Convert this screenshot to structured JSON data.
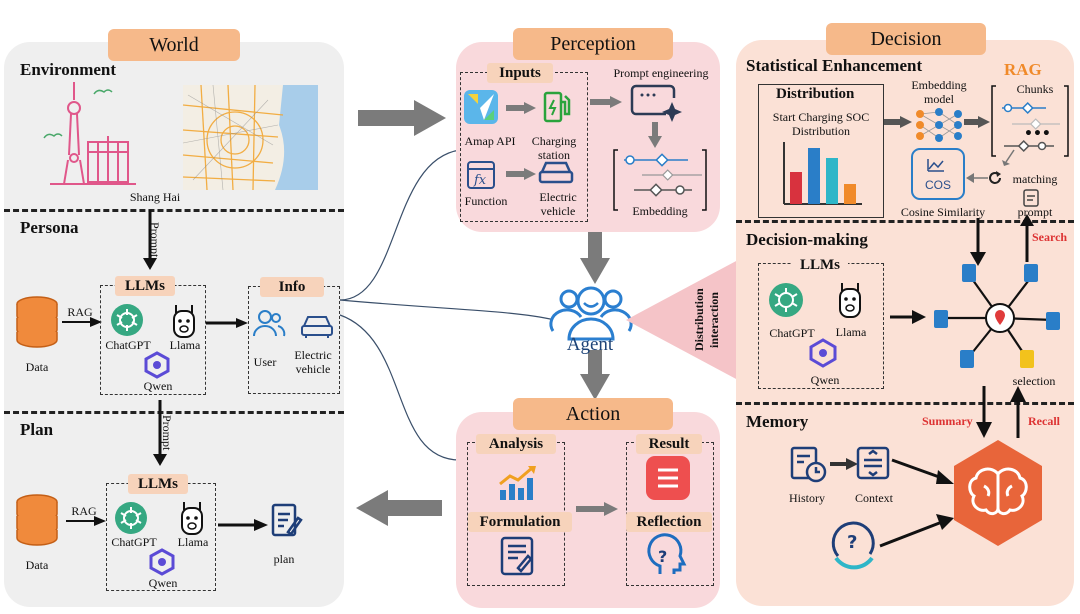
{
  "world": {
    "title": "World",
    "environment": "Environment",
    "city": "Shang Hai",
    "persona": "Persona",
    "plan": "Plan",
    "prompt1": "Prompt",
    "prompt2": "Prompt",
    "rag1": "RAG",
    "rag2": "RAG",
    "data1": "Data",
    "data2": "Data",
    "llms1": "LLMs",
    "llms2": "LLMs",
    "chatgpt1": "ChatGPT",
    "llama1": "Llama",
    "qwen1": "Qwen",
    "chatgpt2": "ChatGPT",
    "llama2": "Llama",
    "qwen2": "Qwen",
    "info": "Info",
    "user": "User",
    "ev": "Electric vehicle",
    "plan_out": "plan"
  },
  "perception": {
    "title": "Perception",
    "inputs": "Inputs",
    "amap": "Amap API",
    "charging": "Charging station",
    "function": "Function",
    "ev": "Electric vehicle",
    "prompt_eng": "Prompt engineering",
    "embedding": "Embedding"
  },
  "agent": "Agent",
  "dist_interaction": "Distribution interaction",
  "action": {
    "title": "Action",
    "analysis": "Analysis",
    "result": "Result",
    "formulation": "Formulation",
    "reflection": "Reflection"
  },
  "decision": {
    "title": "Decision",
    "stat": "Statistical Enhancement",
    "distribution": "Distribution",
    "soc": "Start Charging SOC Distribution",
    "embed_model": "Embedding model",
    "rag": "RAG",
    "chunks": "Chunks",
    "matching": "matching",
    "cos": "COS",
    "cosine": "Cosine Similarity",
    "prompt": "prompt",
    "search": "Search",
    "dm": "Decision-making",
    "llms": "LLMs",
    "chatgpt": "ChatGPT",
    "llama": "Llama",
    "qwen": "Qwen",
    "selection": "selection",
    "memory": "Memory",
    "summary": "Summary",
    "recall": "Recall",
    "history": "History",
    "context": "Context"
  },
  "colors": {
    "tab": "#f6b98a",
    "world_bg": "#efefef",
    "pink": "#f9d9dc",
    "decision_bg": "#fbe1d6",
    "brain": "#e8653a"
  }
}
